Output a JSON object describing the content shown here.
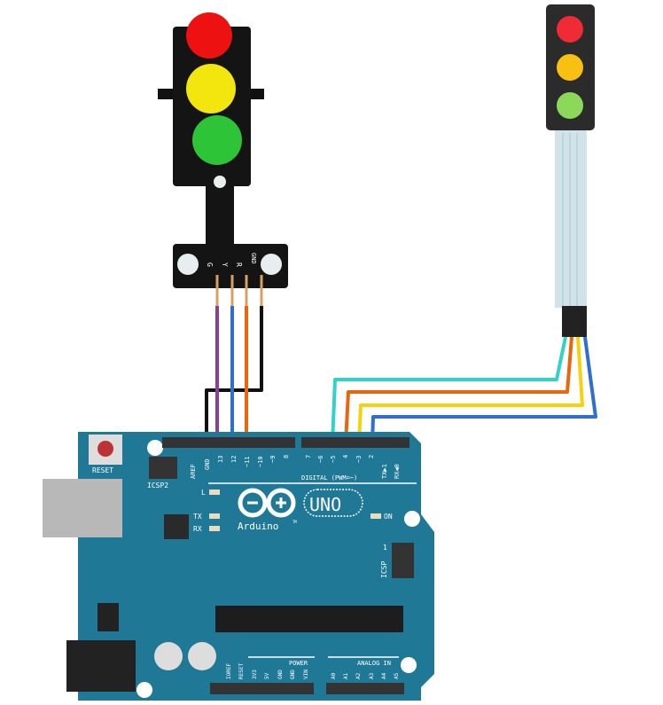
{
  "traffic_light_module": {
    "pin_labels": [
      "G",
      "Y",
      "R",
      "GND"
    ]
  },
  "arduino": {
    "reset_label": "RESET",
    "icsp2_label": "ICSP2",
    "icsp_label": "ICSP",
    "icsp_pin1": "1",
    "top_header_labels": [
      "AREF",
      "GND",
      "13",
      "12",
      "~11",
      "~10",
      "~9",
      "8"
    ],
    "digital_header_labels": [
      "7",
      "~6",
      "~5",
      "4",
      "~3",
      "2",
      "TX▶1",
      "RX◀0"
    ],
    "digital_label": "DIGITAL (PWM=~)",
    "led_l": "L",
    "led_tx": "TX",
    "led_rx": "RX",
    "led_on": "ON",
    "logo_text": "Arduino",
    "logo_tm": "TM",
    "uno_label": "UNO",
    "power_label": "POWER",
    "power_pins": [
      "IOREF",
      "RESET",
      "3V3",
      "5V",
      "GND",
      "GND",
      "VIN"
    ],
    "analog_label": "ANALOG IN",
    "analog_pins": [
      "A0",
      "A1",
      "A2",
      "A3",
      "A4",
      "A5"
    ]
  },
  "colors": {
    "board": "#1f7896",
    "wire_black": "#111111",
    "wire_purple": "#8e3d98",
    "wire_blue": "#2f6fd1",
    "wire_orange": "#e8670e",
    "wire_cyan": "#33d1c6",
    "wire_yellow": "#f6d20e"
  }
}
